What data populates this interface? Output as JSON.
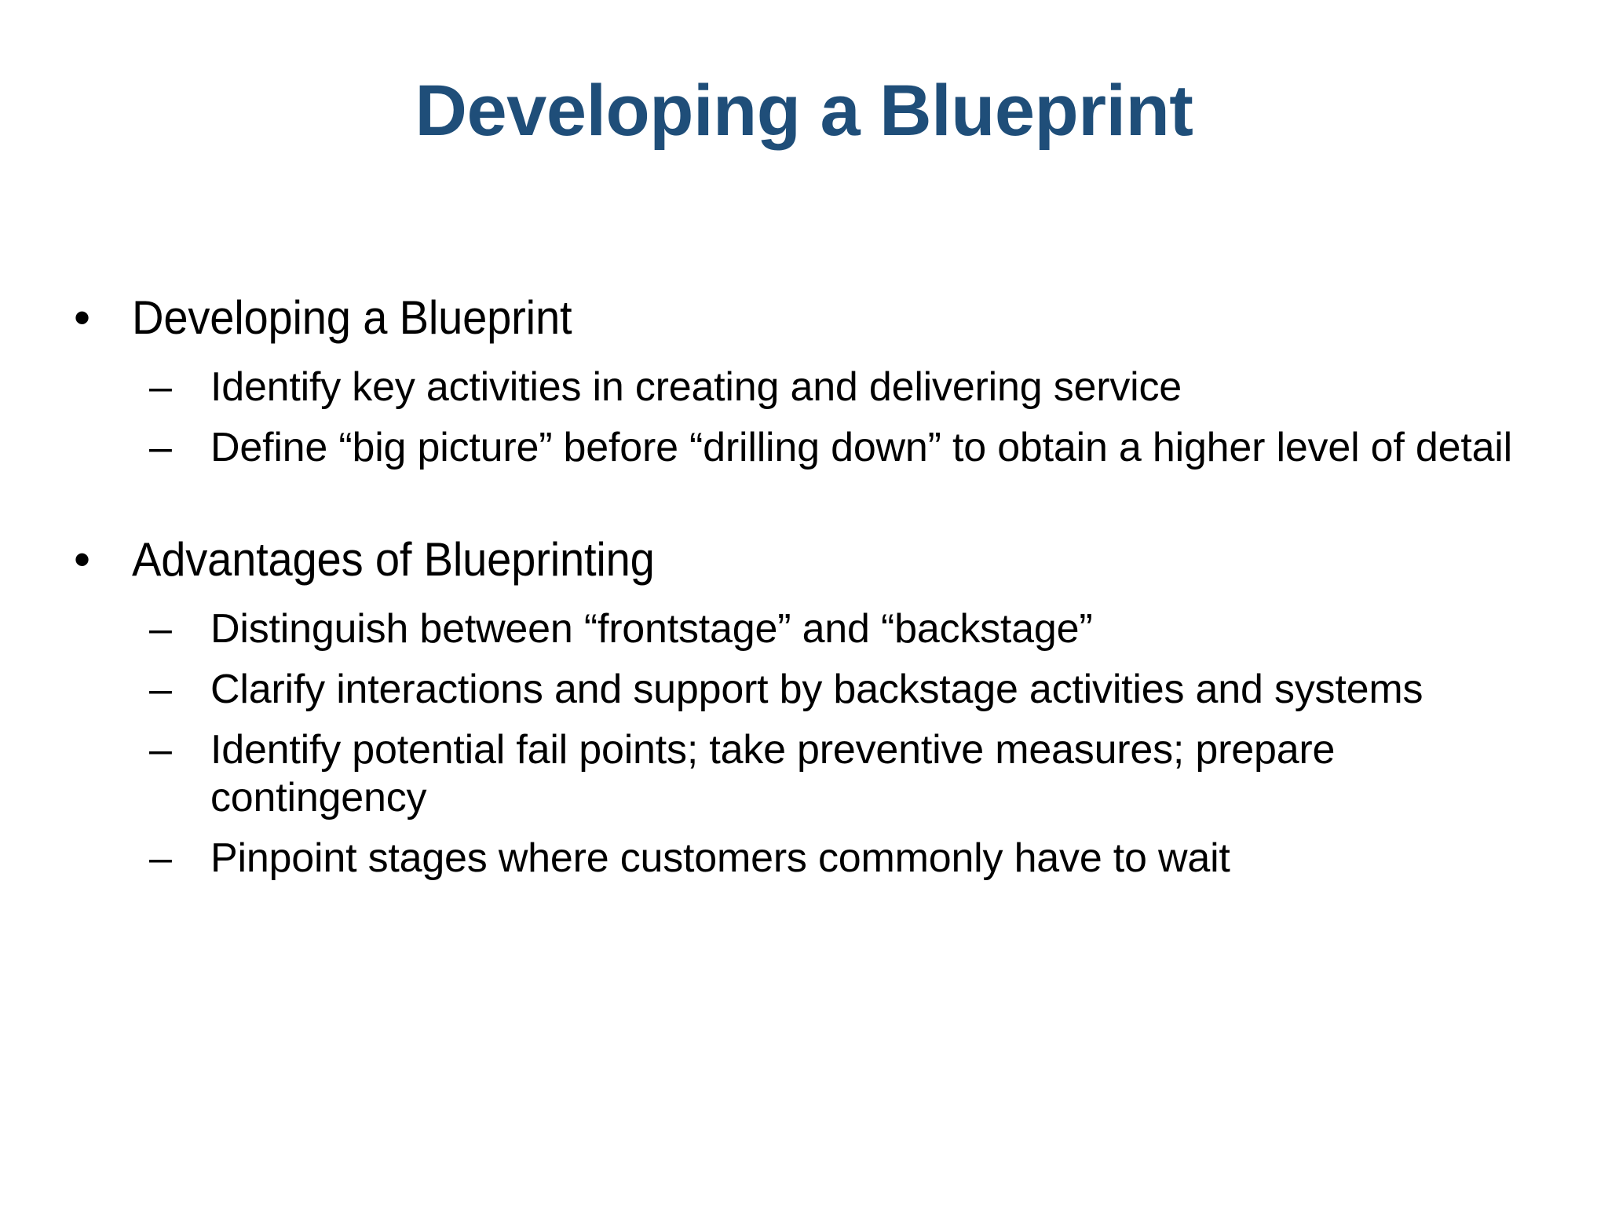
{
  "slide": {
    "background_color": "#FFFFFF",
    "title": "Developing a Blueprint",
    "title_color": "#1F4E79",
    "body_color": "#000000",
    "level1_bullet_glyph": "•",
    "level2_bullet_glyph": "–",
    "groups": [
      {
        "heading": "Developing a Blueprint",
        "items": [
          "Identify key activities in creating and delivering service",
          "Define “big picture” before “drilling down” to obtain a higher level of detail"
        ]
      },
      {
        "heading": "Advantages of Blueprinting",
        "items": [
          "Distinguish between “frontstage” and “backstage”",
          "Clarify interactions and support by backstage activities and systems",
          "Identify potential fail points; take preventive measures; prepare contingency",
          "Pinpoint stages where customers commonly have to wait"
        ]
      }
    ]
  }
}
